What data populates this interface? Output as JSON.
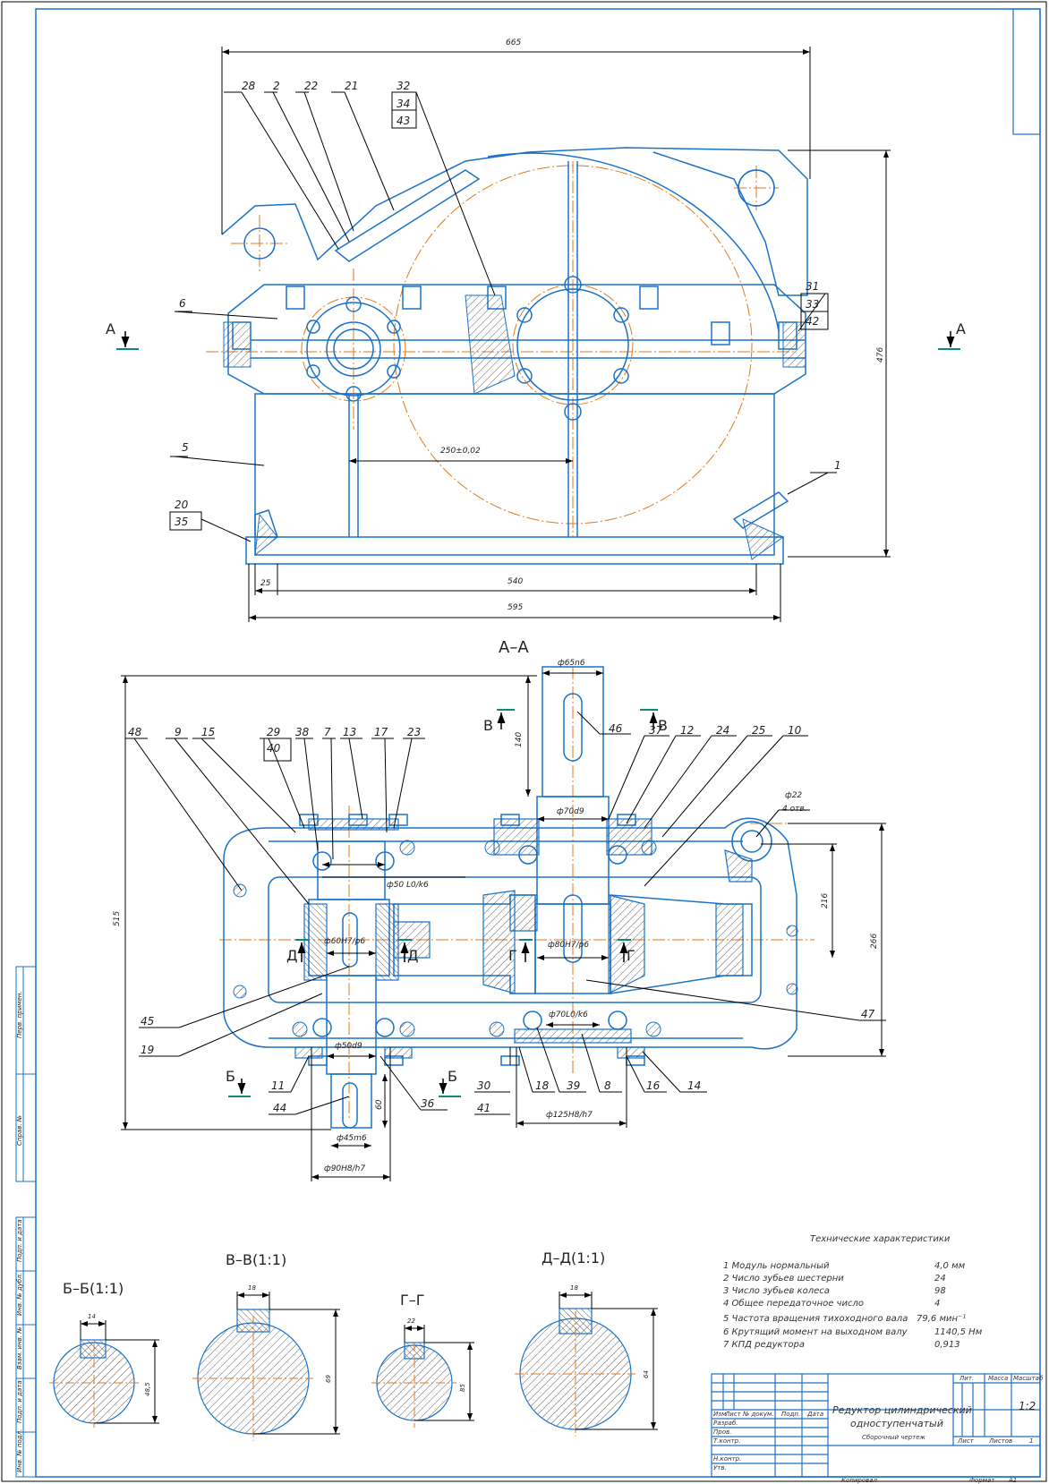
{
  "drawing": {
    "title_line1": "Редуктор цилиндрический",
    "title_line2": "одноступенчатый",
    "subtitle": "Сборочный чертеж",
    "colors": {
      "outline": "#1a72c8",
      "centerline": "#e07a1a",
      "dimension": "#000000",
      "section_marker": "#0a8a7a",
      "hatch": "#222222"
    }
  },
  "top_view": {
    "dims": {
      "overall_width": "665",
      "height": "476",
      "center_distance": "250±0,02",
      "base_length": "540",
      "base_overall": "595",
      "edge_offset": "25"
    },
    "section_marks": [
      "А",
      "А"
    ],
    "callouts": [
      {
        "id": "c28",
        "label": "28"
      },
      {
        "id": "c2",
        "label": "2"
      },
      {
        "id": "c22",
        "label": "22"
      },
      {
        "id": "c21",
        "label": "21"
      },
      {
        "id": "c32",
        "labels": [
          "32",
          "34",
          "43"
        ]
      },
      {
        "id": "c6",
        "label": "6"
      },
      {
        "id": "c5",
        "label": "5"
      },
      {
        "id": "c20",
        "labels": [
          "20",
          "35"
        ]
      },
      {
        "id": "c31",
        "labels": [
          "31",
          "33",
          "42"
        ]
      },
      {
        "id": "c1",
        "label": "1"
      }
    ]
  },
  "section_aa": {
    "title": "А–А",
    "dims": {
      "output_shaft": "ф65n6",
      "shaft_len": "140",
      "bearing_seat_big": "ф70d9",
      "hole": "ф22",
      "hole_count": "4 отв.",
      "small_bore": "ф50 L0/k6",
      "gear_fit_small": "ф60H7/p6",
      "gear_fit_big": "ф80H7/p6",
      "bearing_big": "ф70L0/k6",
      "input_shaft": "ф50d9",
      "input_len": "60",
      "input_end": "ф45m6",
      "cap_small": "ф90H8/h7",
      "cap_big": "ф125H8/h7",
      "overall": "515",
      "dim_216": "216",
      "dim_266": "266"
    },
    "section_marks": {
      "v": "В",
      "v2": "В",
      "d": "Д",
      "d2": "Д",
      "g": "Г",
      "g2": "Г",
      "b": "Б",
      "b2": "Б"
    },
    "callouts_top": [
      "48",
      "9",
      "15",
      "29",
      "40",
      "38",
      "7",
      "13",
      "17",
      "23",
      "37",
      "12",
      "24",
      "25",
      "10"
    ],
    "callouts_other": {
      "c46": "46",
      "c45": "45",
      "c19": "19",
      "c47": "47",
      "c11": "11",
      "c44": "44",
      "c36": "36",
      "c30": "30",
      "c41": "41",
      "c18": "18",
      "c39": "39",
      "c8": "8",
      "c16": "16",
      "c14": "14"
    }
  },
  "sections": [
    {
      "title": "Б–Б(1:1)",
      "key_width": "14",
      "depth": "48,5"
    },
    {
      "title": "В–В(1:1)",
      "key_width": "18",
      "depth": "69"
    },
    {
      "title": "Г–Г",
      "key_width": "22",
      "depth": "85"
    },
    {
      "title": "Д–Д(1:1)",
      "key_width": "18",
      "depth": "64"
    }
  ],
  "specs": {
    "title": "Технические характеристики",
    "items": [
      {
        "label": "1 Модуль нормальный",
        "value": "4,0 мм"
      },
      {
        "label": "2 Число зубьев шестерни",
        "value": "24"
      },
      {
        "label": "3 Число зубьев колеса",
        "value": "98"
      },
      {
        "label": "4 Общее передаточное число",
        "value": "4"
      },
      {
        "label": "5 Частота вращения тихоходного вала",
        "value": "79,6 мин⁻¹"
      },
      {
        "label": "6 Крутящий момент на выходном валу",
        "value": "1140,5 Нм"
      },
      {
        "label": "7 КПД редуктора",
        "value": "0,913"
      }
    ]
  },
  "title_block": {
    "cols": [
      "Изм",
      "Лист",
      "№ докум.",
      "Подп.",
      "Дата"
    ],
    "rows": [
      "Разраб.",
      "Пров.",
      "Т.контр.",
      "",
      "Н.контр.",
      "Утв."
    ],
    "lit": "Лит.",
    "mass": "Масса",
    "scale": "Масштаб",
    "scale_value": "1:2",
    "sheet": "Лист",
    "sheets": "Листов",
    "sheets_value": "1",
    "copied": "Копировал",
    "format": "Формат",
    "format_value": "A1"
  },
  "side_stamp": [
    "Перв. примен.",
    "Справ. №",
    "Подп. и дата",
    "Инв. № дубл.",
    "Взам. инв. №",
    "Подп. и дата",
    "Инв. № подл."
  ]
}
